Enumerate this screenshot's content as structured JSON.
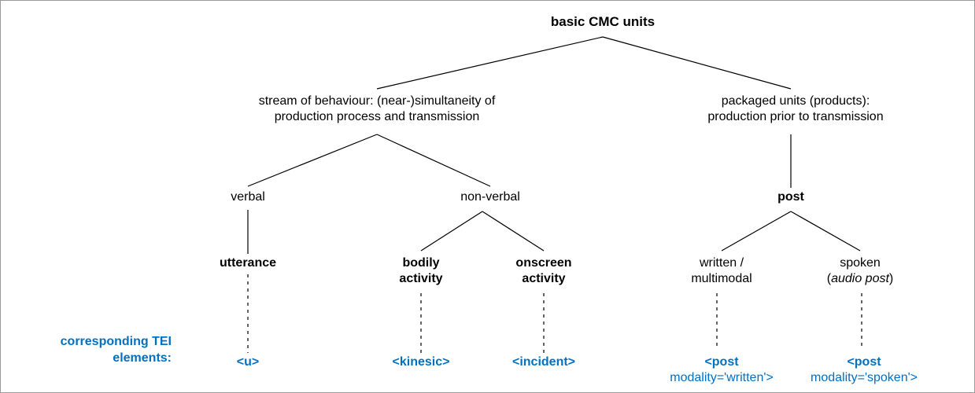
{
  "diagram": {
    "title_node": "basic CMC units",
    "legend_label": "corresponding TEI\nelements:",
    "accent_color": "#0070c0",
    "line_color": "#000000",
    "nodes": {
      "root": "basic CMC units",
      "stream": "stream of behaviour: (near-)simultaneity of\nproduction process and transmission",
      "packaged": "packaged units (products):\nproduction prior to transmission",
      "verbal": "verbal",
      "nonverbal": "non-verbal",
      "post": "post",
      "utterance": "utterance",
      "bodily": "bodily\nactivity",
      "onscreen": "onscreen\nactivity",
      "written": "written /\nmultimodal",
      "spoken_line1": "spoken",
      "spoken_line2_open": "(",
      "spoken_line2_italic": "audio post",
      "spoken_line2_close": ")"
    },
    "tei_elements": {
      "u": "<u>",
      "kinesic": "<kinesic>",
      "incident": "<incident>",
      "post_written_line1": "<post",
      "post_written_line2": "modality='written'>",
      "post_spoken_line1": "<post",
      "post_spoken_line2": "modality='spoken'>"
    }
  }
}
